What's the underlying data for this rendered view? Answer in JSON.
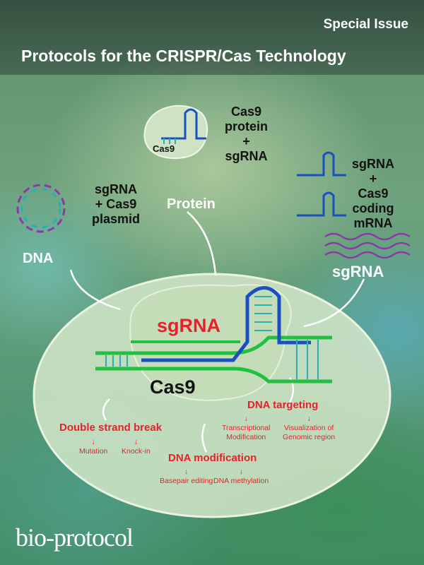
{
  "header": {
    "special_issue": "Special Issue",
    "title": "Protocols for the CRISPR/Cas Technology"
  },
  "delivery": {
    "protein": {
      "complex_label": "Cas9\nprotein\n+\nsgRNA",
      "blob_label": "Cas9",
      "title": "Protein"
    },
    "dna": {
      "label": "sgRNA\n+ Cas9\nplasmid",
      "title": "DNA"
    },
    "rna": {
      "label": "sgRNA\n+\nCas9\ncoding\nmRNA",
      "title": "sgRNA"
    }
  },
  "center": {
    "sgrna": "sgRNA",
    "cas9": "Cas9"
  },
  "applications": {
    "dsb": {
      "title": "Double strand break",
      "items": [
        "Mutation",
        "Knock-in"
      ]
    },
    "modification": {
      "title": "DNA modification",
      "items": [
        "Basepair editing",
        "DNA methylation"
      ]
    },
    "targeting": {
      "title": "DNA targeting",
      "items": [
        "Transcriptional\nModification",
        "Visualization of\nGenomic region"
      ]
    }
  },
  "logo": "bio-protocol",
  "colors": {
    "red": "#e8202a",
    "green": "#22c040",
    "blue": "#1a4fc0",
    "purple": "#8a3aa8",
    "teal": "#2ab0b0"
  }
}
